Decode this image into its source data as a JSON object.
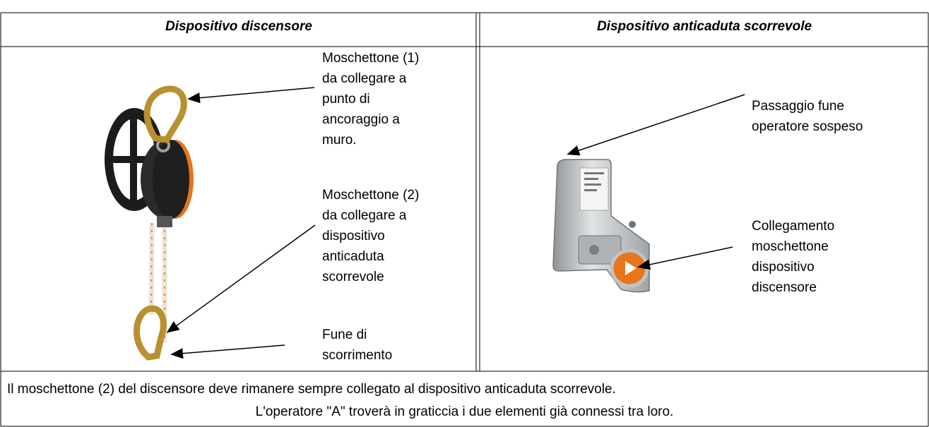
{
  "table": {
    "col1_header": "Dispositivo discensore",
    "col2_header": "Dispositivo anticaduta scorrevole"
  },
  "left_labels": {
    "carabiner1": "Moschettone (1)\nda collegare a\npunto di\nancoraggio a\nmuro.",
    "carabiner2": "Moschettone (2)\nda collegare a\ndispositivo\nanticaduta\nscorrevole",
    "rope": "Fune di\nscorrimento"
  },
  "right_labels": {
    "rope_passage": "Passaggio fune\noperatore sospeso",
    "carabiner_link": "Collegamento\nmoschettone\ndispositivo\ndiscensore"
  },
  "footer": {
    "line1": "Il moschettone (2) del discensore deve rimanere sempre collegato al dispositivo anticaduta scorrevole.",
    "line2": "L'operatore \"A\" troverà in graticcia i due elementi già connessi tra loro."
  },
  "colors": {
    "border": "#000000",
    "orange": "#e8751a",
    "gold": "#b8902f",
    "metal": "#c9ccce"
  }
}
